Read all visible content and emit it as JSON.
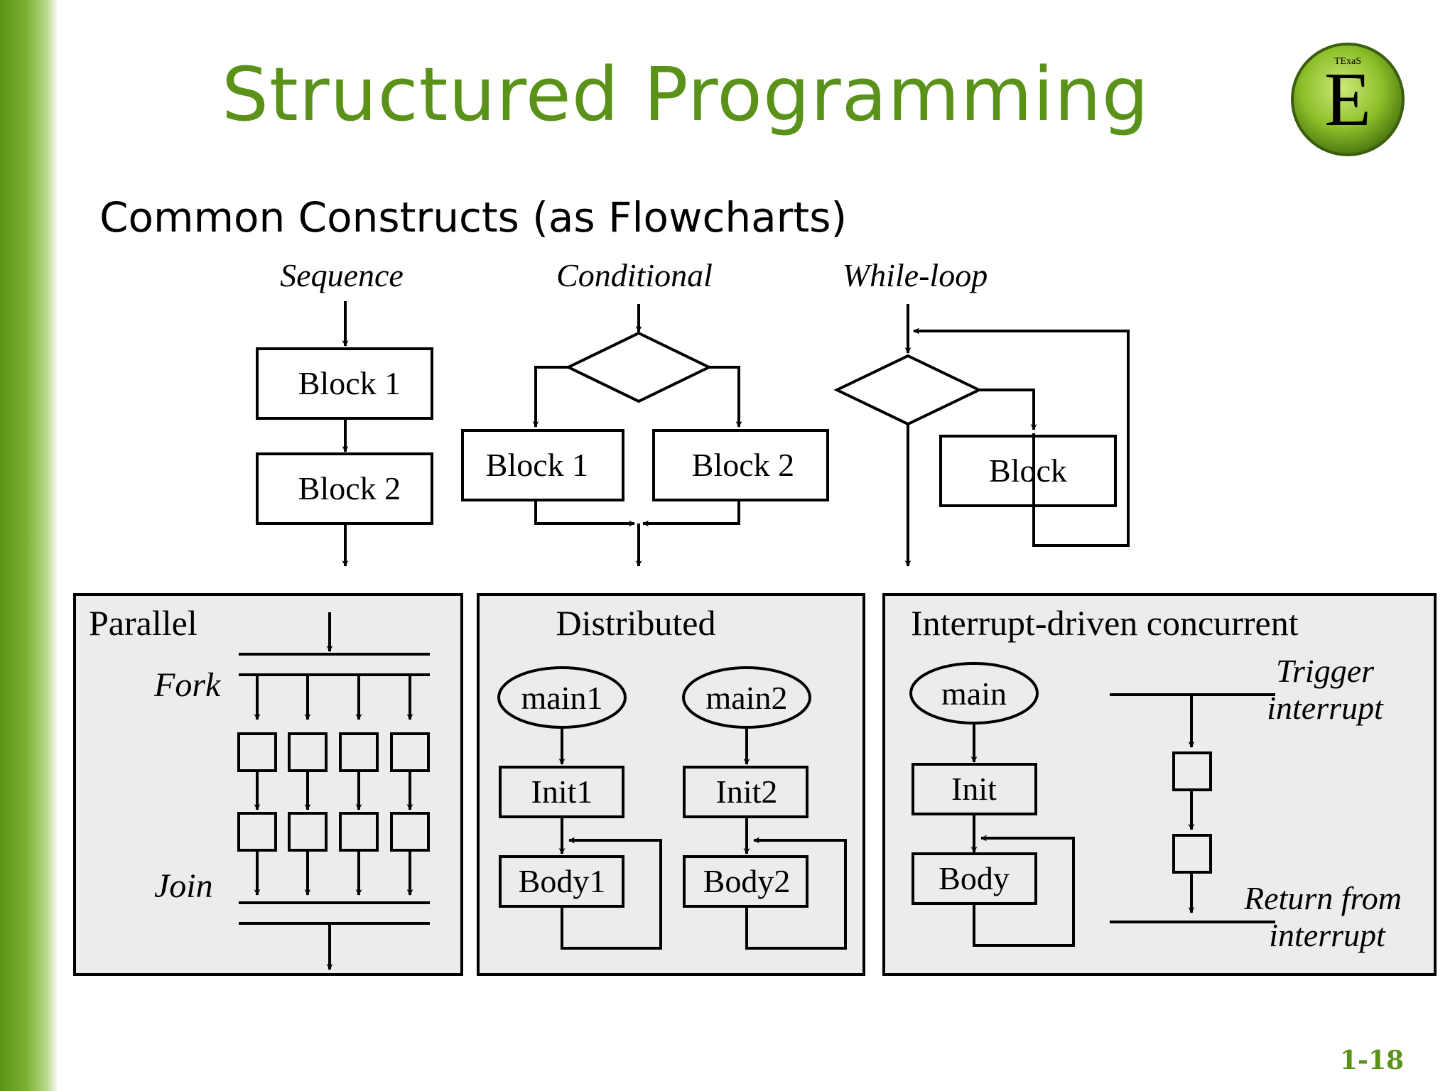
{
  "slide": {
    "title": "Structured Programming",
    "subtitle": "Common Constructs (as Flowcharts)",
    "page_number": "1-18"
  },
  "logo": {
    "letter": "E",
    "top_text": "TExaS"
  },
  "sequence": {
    "label": "Sequence",
    "block1": "Block 1",
    "block2": "Block 2"
  },
  "conditional": {
    "label": "Conditional",
    "block1": "Block 1",
    "block2": "Block 2"
  },
  "while_loop": {
    "label": "While-loop",
    "block": "Block"
  },
  "parallel": {
    "label": "Parallel",
    "fork": "Fork",
    "join": "Join"
  },
  "distributed": {
    "label": "Distributed",
    "main1": "main1",
    "main2": "main2",
    "init1": "Init1",
    "init2": "Init2",
    "body1": "Body1",
    "body2": "Body2"
  },
  "interrupt": {
    "label": "Interrupt-driven concurrent",
    "main": "main",
    "init": "Init",
    "body": "Body",
    "trigger1": "Trigger",
    "trigger2": "interrupt",
    "return1": "Return from",
    "return2": "interrupt"
  },
  "colors": {
    "accent": "#5a9219",
    "panel_bg": "#ececec"
  }
}
